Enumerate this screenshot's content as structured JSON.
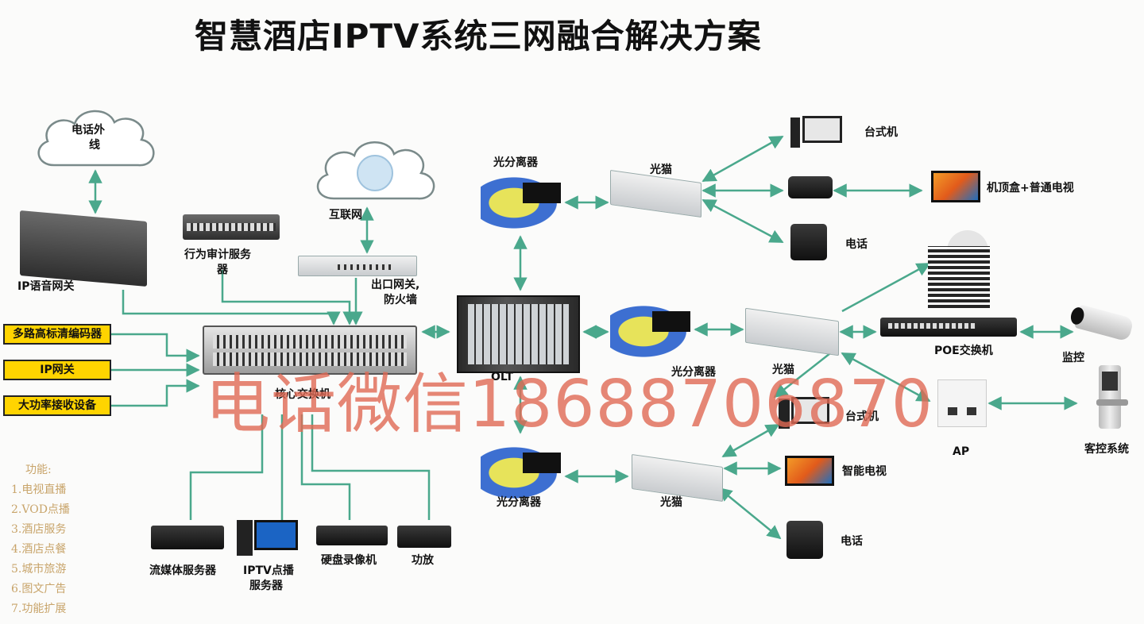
{
  "title": "智慧酒店IPTV系统三网融合解决方案",
  "watermark": "电话微信18688706870",
  "clouds": {
    "phone_line_1": "电话外",
    "phone_line_2": "线",
    "internet": "互联网"
  },
  "labels": {
    "ip_voice_gateway": "IP语音网关",
    "audit_server_1": "行为审计服务",
    "audit_server_2": "器",
    "exit_gateway_1": "出口网关,",
    "exit_gateway_2": "防火墙",
    "core_switch": "核心交换机",
    "olt": "OLT",
    "splitter_top": "光分离器",
    "splitter_mid": "光分离器",
    "splitter_bottom": "光分离器",
    "onu_top": "光猫",
    "onu_mid": "光猫",
    "onu_bottom": "光猫",
    "desktop_top": "台式机",
    "stb_tv": "机顶盒+普通电视",
    "phone_top": "电话",
    "poe_switch": "POE交换机",
    "camera": "监控",
    "ap": "AP",
    "room_control": "客控系统",
    "desktop_mid": "台式机",
    "smart_tv": "智能电视",
    "phone_bottom": "电话",
    "streaming_server": "流媒体服务器",
    "iptv_server_1": "IPTV点播",
    "iptv_server_2": "服务器",
    "nvr": "硬盘录像机",
    "amplifier": "功放"
  },
  "inputs": [
    "多路高标清编码器",
    "IP网关",
    "大功率接收设备"
  ],
  "functions": {
    "heading": "功能:",
    "items": [
      "1.电视直播",
      "2.VOD点播",
      "3.酒店服务",
      "4.酒店点餐",
      "5.城市旅游",
      "6.图文广告",
      "7.功能扩展"
    ]
  },
  "colors": {
    "link": "#4aa88c",
    "input_box": "#ffd400",
    "watermark": "#e06a55",
    "function_text": "#c8a46a"
  }
}
